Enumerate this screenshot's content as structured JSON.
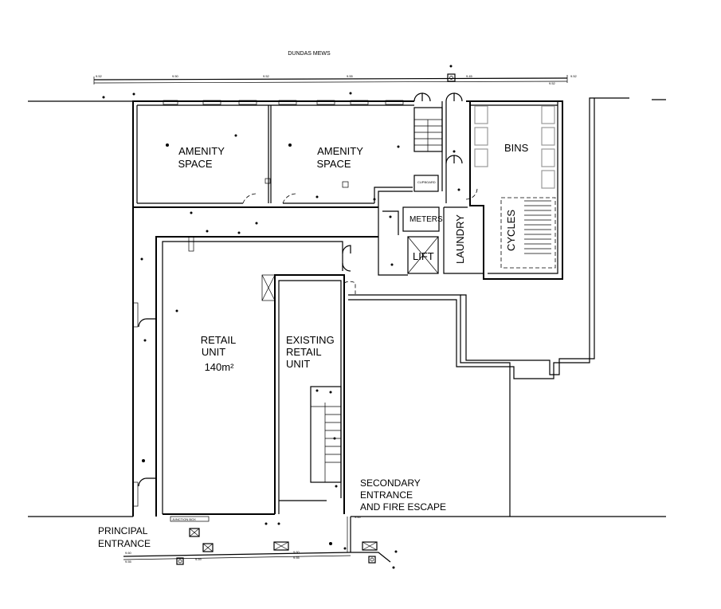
{
  "street_label": "DUNDAS MEWS",
  "rooms": {
    "amenity_1": [
      "AMENITY",
      "SPACE"
    ],
    "amenity_2": [
      "AMENITY",
      "SPACE"
    ],
    "bins": "BINS",
    "cycles": "CYCLES",
    "laundry": "LAUNDRY",
    "lift": "LIFT",
    "meters": "METERS",
    "cupboard": "CUPBOARD",
    "retail": [
      "RETAIL",
      "UNIT",
      "140m²"
    ],
    "existing_retail": [
      "EXISTING",
      "RETAIL",
      "UNIT"
    ]
  },
  "entrances": {
    "principal": [
      "PRINCIPAL",
      "ENTRANCE"
    ],
    "secondary": [
      "SECONDARY",
      "ENTRANCE",
      "AND FIRE ESCAPE"
    ]
  },
  "levels": {
    "top": [
      "9.52",
      "9.50",
      "9.52",
      "9.55",
      "9.45",
      "9.52",
      "9.52"
    ],
    "bottom": [
      "9.60",
      "9.55",
      "9.59",
      "9.55",
      "9.60",
      "9.60"
    ],
    "junction_box": "JUNCTION BOX"
  }
}
